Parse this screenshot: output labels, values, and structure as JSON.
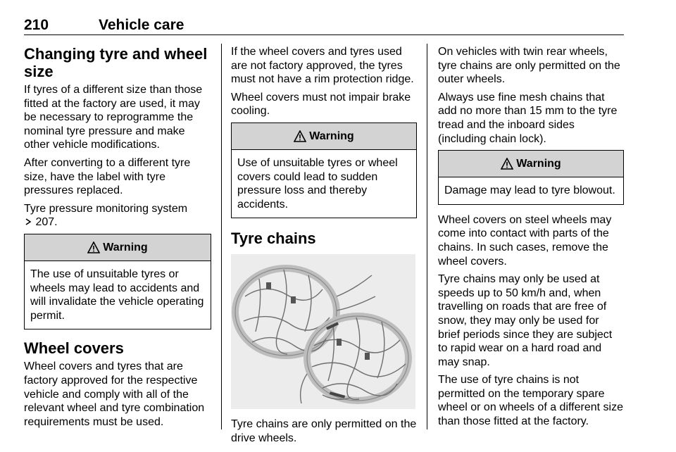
{
  "header": {
    "page_number": "210",
    "section": "Vehicle care"
  },
  "col1": {
    "heading": "Changing tyre and wheel size",
    "p1": "If tyres of a different size than those fitted at the factory are used, it may be necessary to reprogramme the nominal tyre pressure and make other vehicle modifications.",
    "p2": "After converting to a different tyre size, have the label with tyre pressures replaced.",
    "p3_text": "Tyre pressure monitoring system",
    "p3_ref": "207.",
    "warning_title": "Warning",
    "warning_body": "The use of unsuitable tyres or wheels may lead to accidents and will invalidate the vehicle operating permit.",
    "heading2": "Wheel covers",
    "p4": "Wheel covers and tyres that are factory approved for the respective vehicle and comply with all of the relevant wheel and tyre combination requirements must be used."
  },
  "col2": {
    "p1": "If the wheel covers and tyres used are not factory approved, the tyres must not have a rim protection ridge.",
    "p2": "Wheel covers must not impair brake cooling.",
    "warning_title": "Warning",
    "warning_body": "Use of unsuitable tyres or wheel covers could lead to sudden pressure loss and thereby accidents.",
    "heading": "Tyre chains",
    "p3": "Tyre chains are only permitted on the drive wheels."
  },
  "col3": {
    "p1": "On vehicles with twin rear wheels, tyre chains are only permitted on the outer wheels.",
    "p2": "Always use fine mesh chains that add no more than 15 mm to the tyre tread and the inboard sides (including chain lock).",
    "warning_title": "Warning",
    "warning_body": "Damage may lead to tyre blowout.",
    "p3": "Wheel covers on steel wheels may come into contact with parts of the chains. In such cases, remove the wheel covers.",
    "p4": "Tyre chains may only be used at speeds up to 50 km/h and, when travelling on roads that are free of snow, they may only be used for brief periods since they are subject to rapid wear on a hard road and may snap.",
    "p5": "The use of tyre chains is not permitted on the temporary spare wheel or on wheels of a different size than those fitted at the factory."
  }
}
